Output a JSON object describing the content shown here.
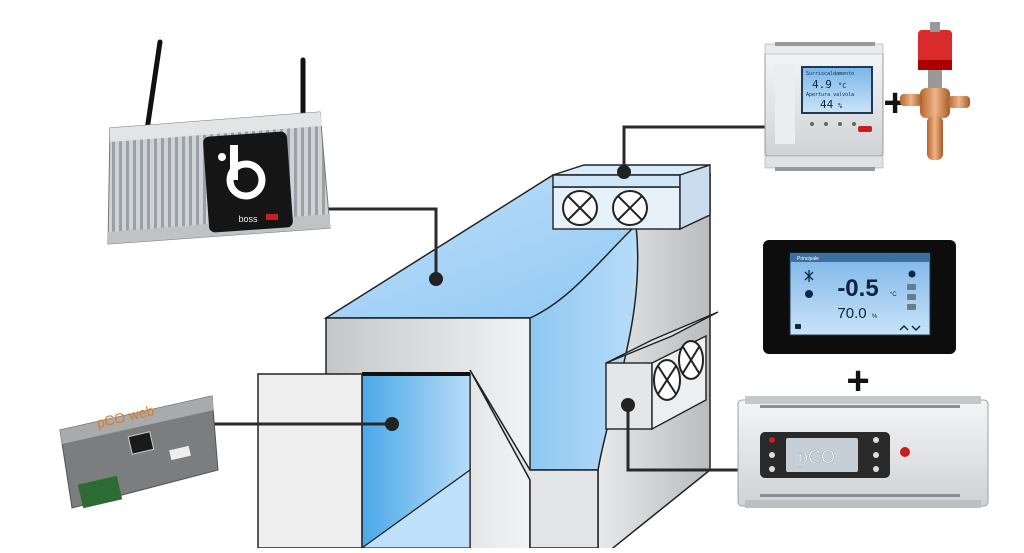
{
  "colors": {
    "accent_blue": "#4aa8e8",
    "light_blue": "#bfe0fb",
    "connector": "#2a2a2a",
    "device_gray": "#d9dcde"
  },
  "boss_gateway": {
    "brand": "boss"
  },
  "small_controller": {
    "line1": "Surriscaldamento",
    "reading1": "4.9",
    "unit1": "°C",
    "line3": "Apertura valvola",
    "reading2": "44",
    "unit2": "%"
  },
  "touch_display": {
    "screen_title": "Principale",
    "main_value": "-0.5",
    "main_unit": "°C",
    "secondary_value": "70.0",
    "secondary_unit": "%"
  },
  "pco_controller": {
    "brand": "pCO"
  },
  "pco_web_card": {
    "brand": "pCO web"
  },
  "plus_signs": {
    "top": "+",
    "bottom": "+"
  }
}
